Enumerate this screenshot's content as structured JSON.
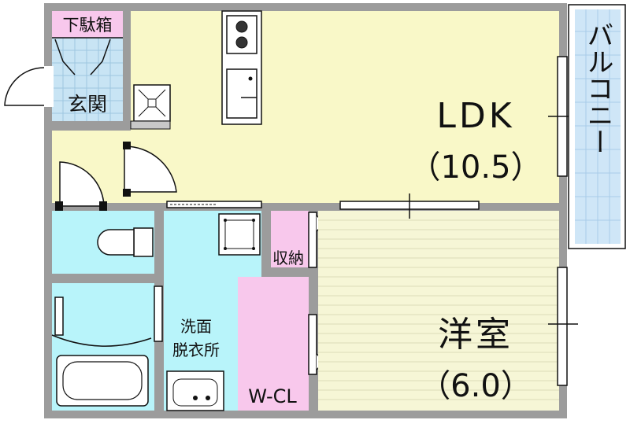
{
  "colors": {
    "ldk": "#f9f8c8",
    "bedroom": "#f6f6d6",
    "storage": "#f8c8ec",
    "wet": "#b8f4fa",
    "entrance": "#c8e4f4",
    "balcony": "#cfe6f7",
    "wall": "#9c9c9c",
    "line": "#111111"
  },
  "rooms": {
    "getabako": {
      "label": "下駄箱"
    },
    "entrance": {
      "label": "玄関"
    },
    "ldk": {
      "label": "LDK",
      "size": "（10.5）"
    },
    "bedroom": {
      "label": "洋室",
      "size": "（6.0）"
    },
    "storage": {
      "label": "収納"
    },
    "washroom": {
      "label_line1": "洗面",
      "label_line2": "脱衣所"
    },
    "walk_in_closet": {
      "label": "W-CL"
    },
    "balcony": {
      "label": "バルコニー"
    }
  }
}
